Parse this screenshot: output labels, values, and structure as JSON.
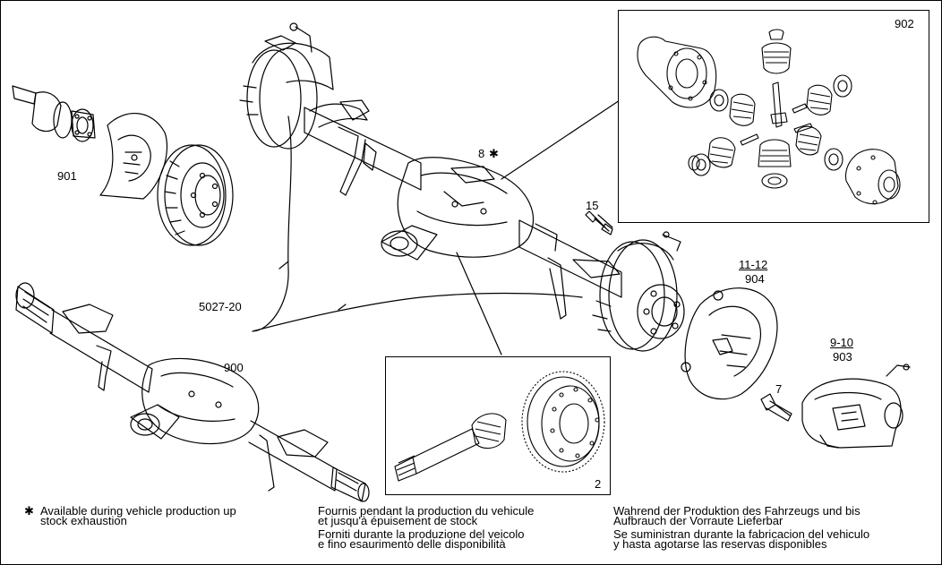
{
  "labels": {
    "l901": "901",
    "l900": "900",
    "l5027": "5027-20",
    "l8": "8",
    "l8mark": "✱",
    "l15": "15",
    "l902": "902",
    "l11_12": "11-12",
    "l904": "904",
    "l9_10": "9-10",
    "l903": "903",
    "l7": "7",
    "l2": "2"
  },
  "notes": {
    "en_mark": "✱",
    "en_line1": "Available during vehicle production up",
    "en_line2": "stock exhaustion",
    "fr_line1": "Fournis pendant la production du vehicule",
    "fr_line2": "et jusqu'à épuisement de stock",
    "it_line1": "Forniti durante la produzione del veicolo",
    "it_line2": "e fino esaurimento delle disponibilità",
    "de_line1": "Wahrend der Produktion des Fahrzeugs und bis",
    "de_line2": "Aufbrauch der Vorraute Lieferbar",
    "es_line1": "Se suministran durante la fabricacion del vehiculo",
    "es_line2": "y hasta agotarse las reservas disponibles"
  }
}
